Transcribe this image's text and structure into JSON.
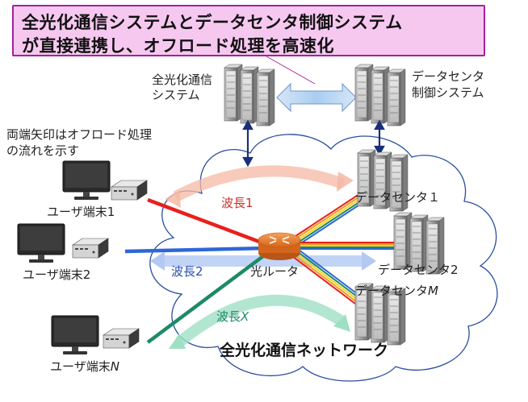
{
  "callout": {
    "line1": "全光化通信システムとデータセンタ制御システム",
    "line2": "が直接連携し、オフロード処理を高速化",
    "fill": "#f6c8f0",
    "border": "#a1239a"
  },
  "systems": {
    "optical": [
      "全光化通信",
      "システム"
    ],
    "datacenter_control": [
      "データセンタ",
      "制御システム"
    ]
  },
  "note": [
    "両端矢印はオフロード処理",
    "の流れを示す"
  ],
  "terminals": {
    "t1": "ユーザ端末1",
    "t2": "ユーザ端末2",
    "tn_prefix": "ユーザ端末",
    "tn_var": "N"
  },
  "datacenters": {
    "dc1": "データセンタ１",
    "dc2": "データセンタ2",
    "dcm_prefix": "データセンタ",
    "dcm_var": "M"
  },
  "wavelengths": {
    "w1": "波長1",
    "w2": "波長2",
    "wx_prefix": "波長",
    "wx_var": "X"
  },
  "router": "光ルータ",
  "network": "全光化通信ネットワーク",
  "colors": {
    "wave1": "#e8201c",
    "wave2": "#2f66d8",
    "waveX": "#1d8a66",
    "link_arrow": "#1a2f7a",
    "router": "#e7812f",
    "cloud_stroke": "#2b4ea0"
  },
  "icons": [
    "server-rack-icon",
    "desktop-monitor-icon",
    "mini-pc-icon",
    "router-icon",
    "cloud-icon"
  ]
}
